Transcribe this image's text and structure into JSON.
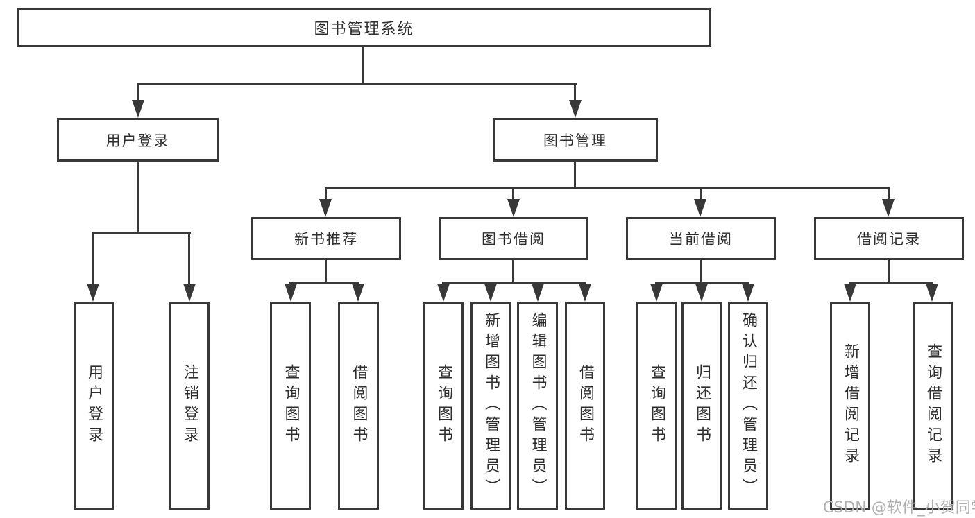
{
  "diagram": {
    "root": "图书管理系统",
    "user_login": {
      "label": "用户登录",
      "children": [
        "用户登录",
        "注销登录"
      ]
    },
    "book_management": {
      "label": "图书管理",
      "sections": {
        "new_book_recommend": {
          "label": "新书推荐",
          "children": [
            "查询图书",
            "借阅图书"
          ]
        },
        "book_borrowing": {
          "label": "图书借阅",
          "children": [
            "查询图书",
            "新增图书（管理员）",
            "编辑图书（管理员）",
            "借阅图书"
          ]
        },
        "current_borrowing": {
          "label": "当前借阅",
          "children": [
            "查询图书",
            "归还图书",
            "确认归还（管理员）"
          ]
        },
        "borrowing_records": {
          "label": "借阅记录",
          "children": [
            "新增借阅记录",
            "查询借阅记录"
          ]
        }
      }
    }
  },
  "watermark": "CSDN @软件_小贺同学",
  "colors": {
    "line": "#383838",
    "text": "#2e2e2e",
    "background": "#ffffff",
    "watermark": "#b0b0b0"
  }
}
